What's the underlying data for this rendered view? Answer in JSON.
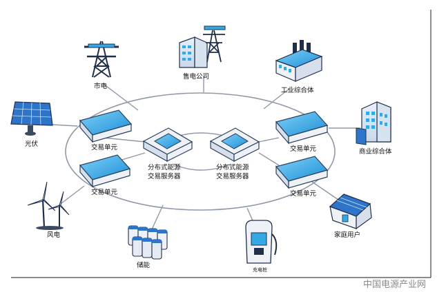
{
  "labels": {
    "grid": "市电",
    "sales_company": "售电公司",
    "industrial": "工业综合体",
    "commercial": "商业综合体",
    "solar": "光伏",
    "wind": "风电",
    "storage": "储能",
    "charging": "充电桩",
    "household": "家庭用户",
    "unit_top_left": "交易单元",
    "unit_bottom_left": "交易单元",
    "unit_top_right": "交易单元",
    "unit_bottom_right": "交易单元",
    "server_left_line1": "分布式能源",
    "server_left_line2": "交易服务器",
    "server_right_line1": "分布式能源",
    "server_right_line2": "交易服务器"
  },
  "watermark": "中国电源产业网",
  "colors": {
    "link": "#8f98a8",
    "device_top": "#35a9e6",
    "device_body": "#eef2f7",
    "device_stroke": "#2a3f5c",
    "dark_outline": "#1f2f4a",
    "frame": "#1a1a1a"
  }
}
